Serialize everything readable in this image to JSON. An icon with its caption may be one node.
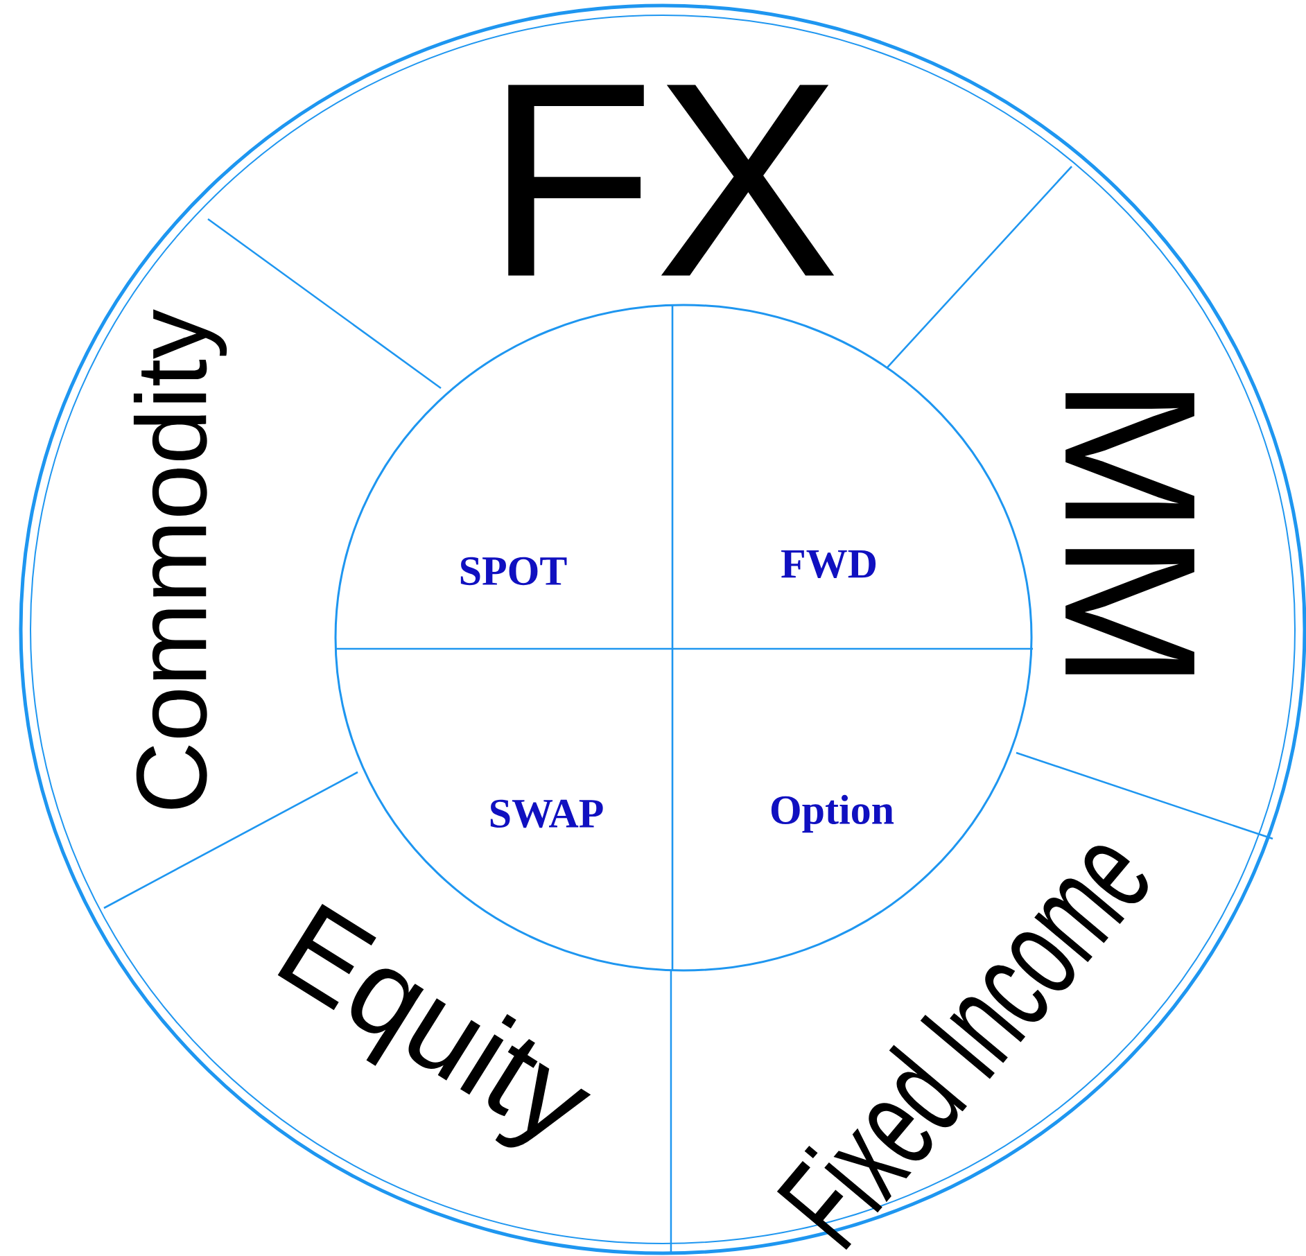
{
  "diagram": {
    "nodes": [
      {
        "text": [
          "FX"
        ]
      },
      {
        "text": [
          "MM"
        ]
      },
      {
        "text": [
          "Fixed Income"
        ]
      },
      {
        "text": [
          "Equity"
        ]
      },
      {
        "text": [
          "Commodity"
        ]
      },
      {
        "text": [
          "SPOT"
        ]
      },
      {
        "text": [
          "FWD"
        ]
      },
      {
        "text": [
          "SWAP"
        ]
      },
      {
        "text": [
          "Option"
        ]
      }
    ]
  }
}
